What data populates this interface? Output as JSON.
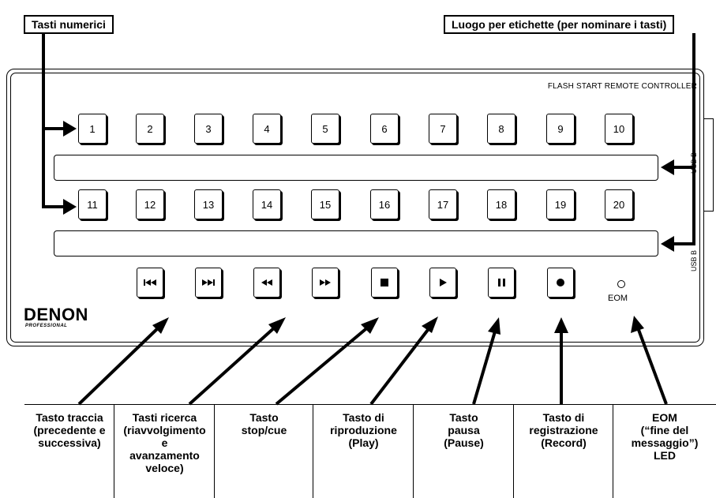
{
  "callouts": {
    "numeric_keys": "Tasti numerici",
    "label_area": "Luogo per etichette (per nominare i tasti)"
  },
  "device": {
    "model": "FLASH START REMOTE CONTROLLER",
    "port_a": "USB B",
    "port_b": "USB B",
    "brand": "DENON",
    "brand_sub": "PROFESSIONAL",
    "eom_label": "EOM"
  },
  "keys_row1": [
    "1",
    "2",
    "3",
    "4",
    "5",
    "6",
    "7",
    "8",
    "9",
    "10"
  ],
  "keys_row2": [
    "11",
    "12",
    "13",
    "14",
    "15",
    "16",
    "17",
    "18",
    "19",
    "20"
  ],
  "transport_icons": [
    "prev-track-icon",
    "next-track-icon",
    "rewind-icon",
    "fast-forward-icon",
    "stop-icon",
    "play-icon",
    "pause-icon",
    "record-icon"
  ],
  "legend": [
    "Tasto traccia\n(precedente e\nsuccessiva)",
    "Tasti ricerca\n(riavvolgimento\ne\navanzamento\nveloce)",
    "Tasto\nstop/cue",
    "Tasto di\nriproduzione\n(Play)",
    "Tasto\npausa\n(Pause)",
    "Tasto di\nregistrazione\n(Record)",
    "EOM\n(“fine del\nmessaggio”)\nLED"
  ]
}
